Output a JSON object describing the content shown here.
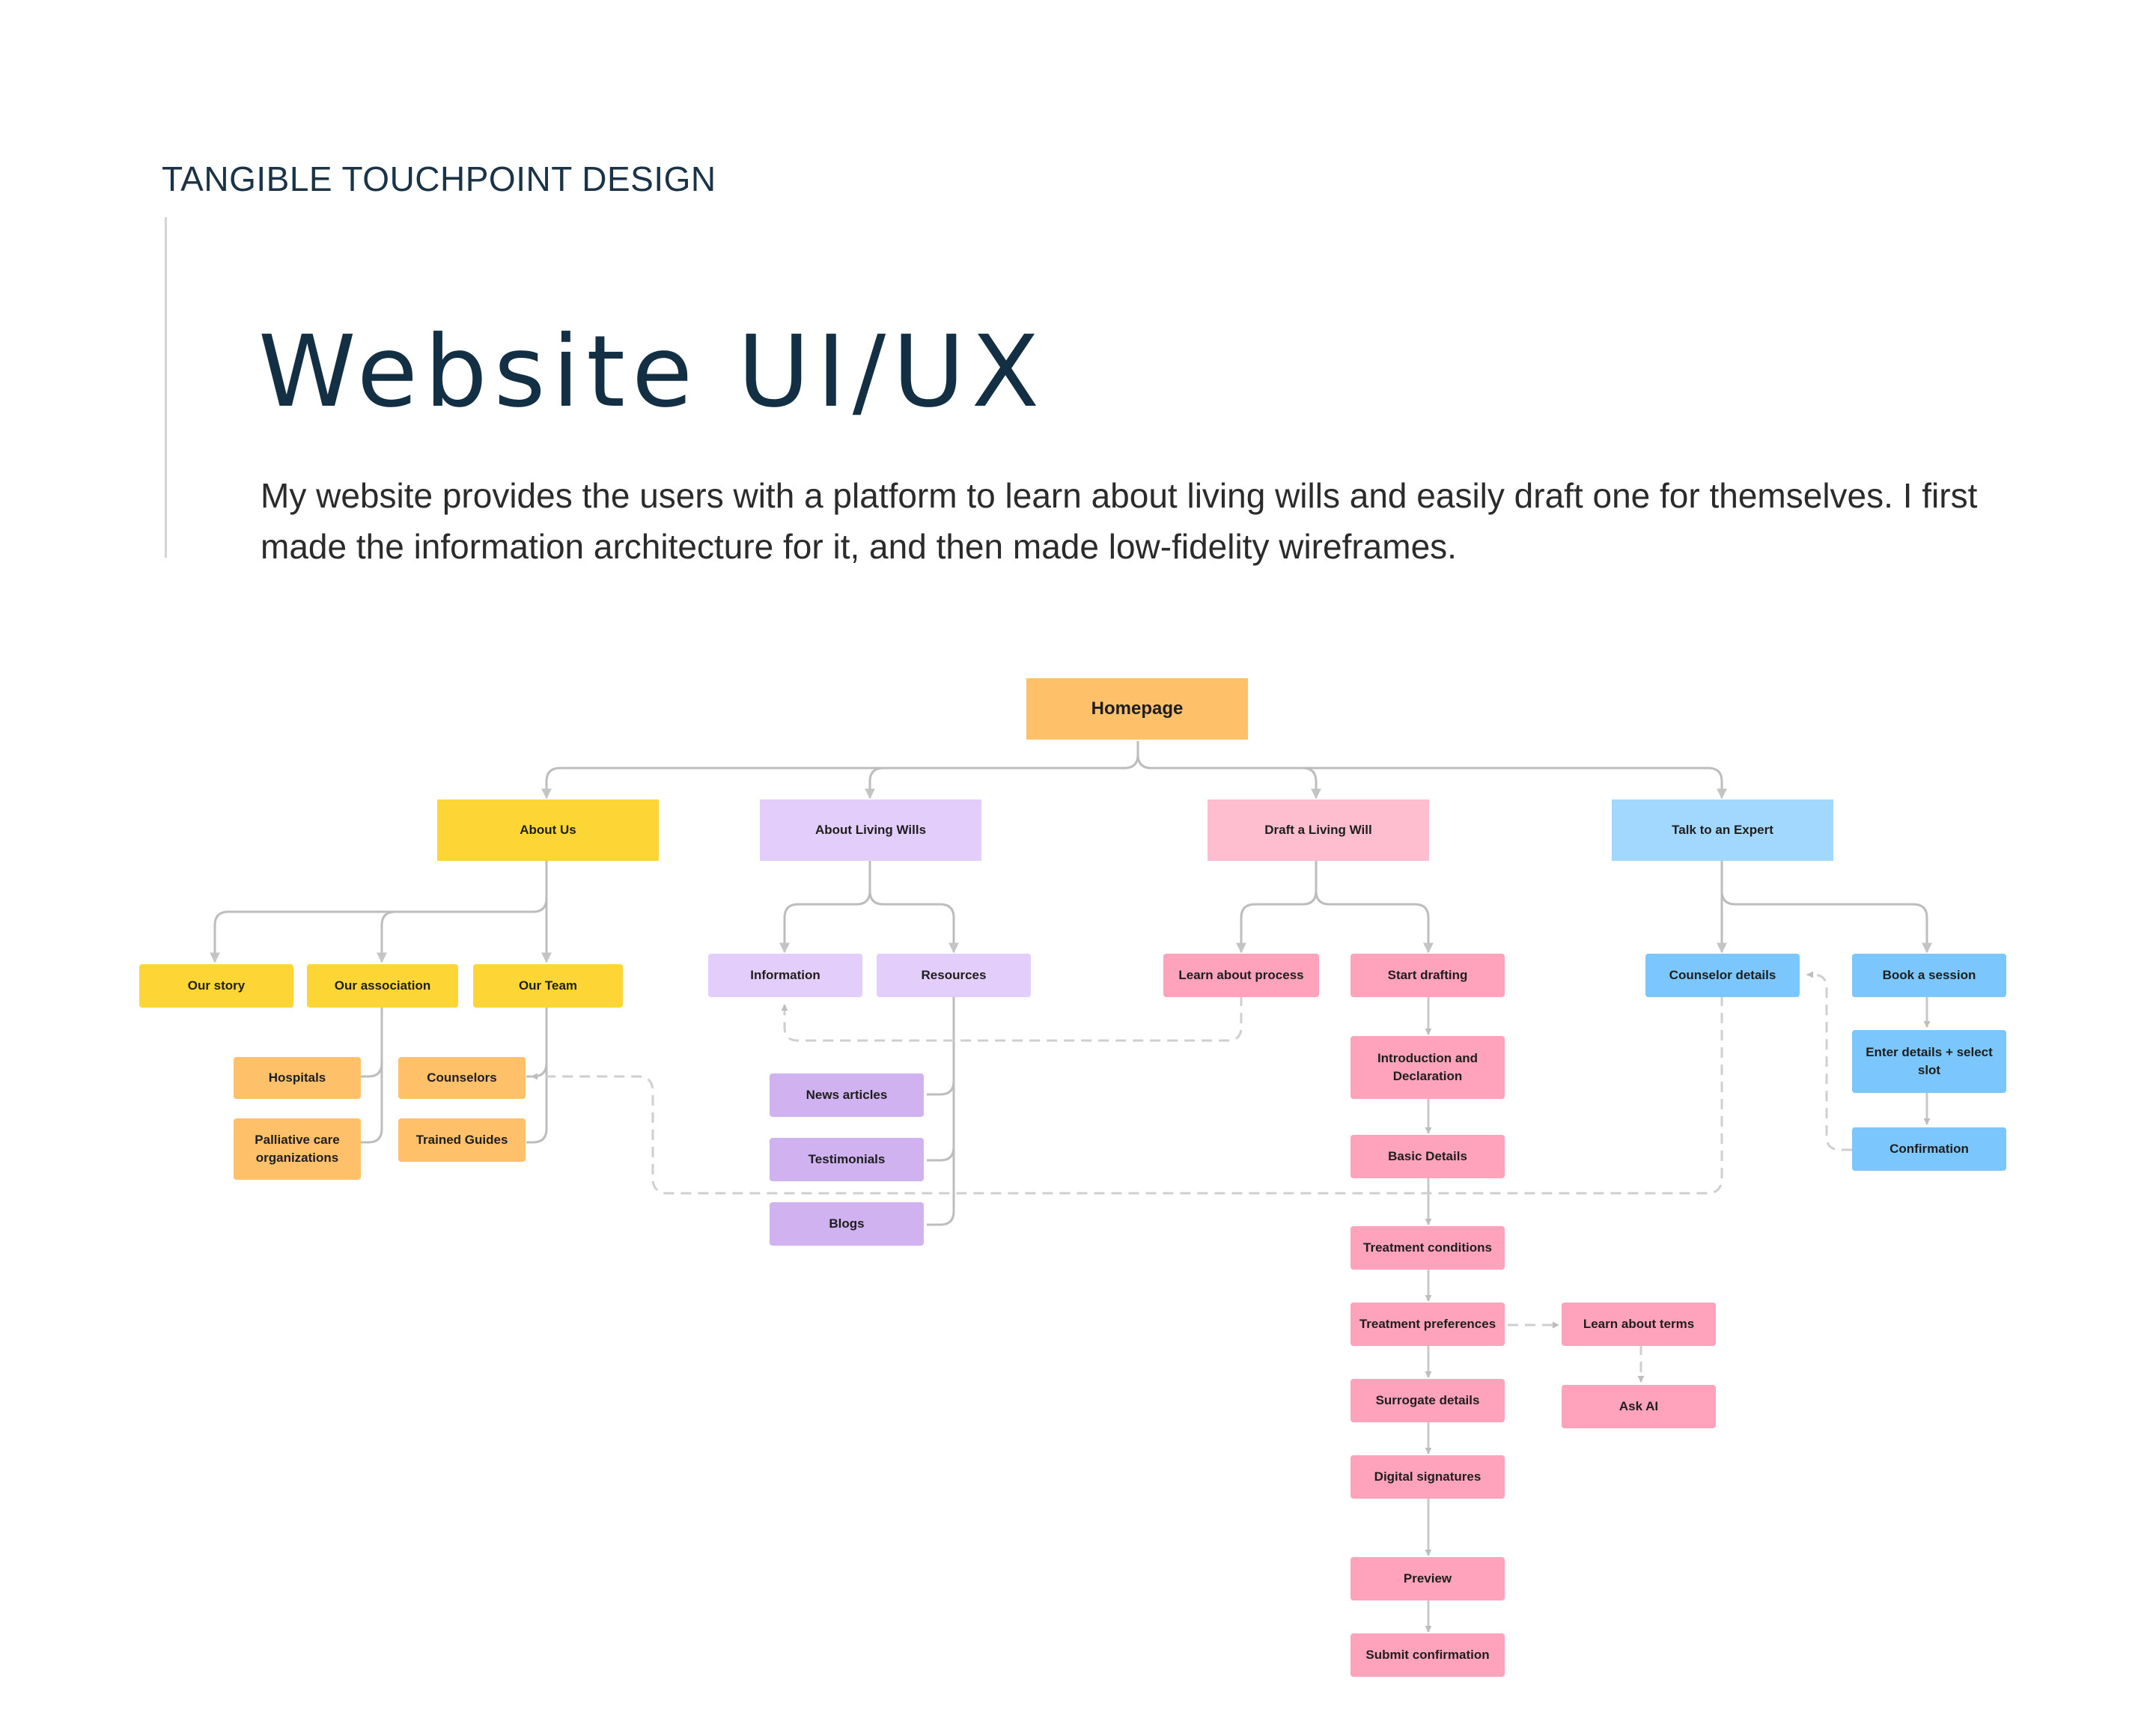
{
  "header": {
    "kicker": "TANGIBLE TOUCHPOINT DESIGN",
    "title": "Website UI/UX",
    "description": "My website provides the users with a platform to learn about living wills and easily draft one for themselves. I first made the information architecture for it, and then made low-fidelity wireframes."
  },
  "colors": {
    "homepage": "#ffc06a",
    "about_us": "#fdd535",
    "about_living_wills": "#e3cdfb",
    "resources_children": "#cfb2ef",
    "draft": "#ffbdd0",
    "draft_steps": "#ffa3bd",
    "expert": "#a2d8fd",
    "expert_children": "#7bc6fc",
    "about_children": "#ffc06a",
    "connector": "#bdbdbd"
  },
  "nodes": {
    "homepage": "Homepage",
    "about_us": "About Us",
    "about_living_wills": "About Living Wills",
    "draft_living_will": "Draft a Living Will",
    "talk_to_expert": "Talk to an Expert",
    "our_story": "Our story",
    "our_association": "Our association",
    "our_team": "Our Team",
    "hospitals": "Hospitals",
    "palliative_care": "Palliative care organizations",
    "counselors": "Counselors",
    "trained_guides": "Trained Guides",
    "information": "Information",
    "resources": "Resources",
    "news_articles": "News articles",
    "testimonials": "Testimonials",
    "blogs": "Blogs",
    "learn_about_process": "Learn about process",
    "start_drafting": "Start drafting",
    "intro_declaration": "Introduction and Declaration",
    "basic_details": "Basic Details",
    "treatment_conditions": "Treatment conditions",
    "treatment_preferences": "Treatment preferences",
    "learn_about_terms": "Learn about terms",
    "ask_ai": "Ask AI",
    "surrogate_details": "Surrogate details",
    "digital_signatures": "Digital signatures",
    "preview": "Preview",
    "submit_confirmation": "Submit confirmation",
    "counselor_details": "Counselor details",
    "book_session": "Book a session",
    "enter_details": "Enter details + select slot",
    "confirmation": "Confirmation"
  }
}
